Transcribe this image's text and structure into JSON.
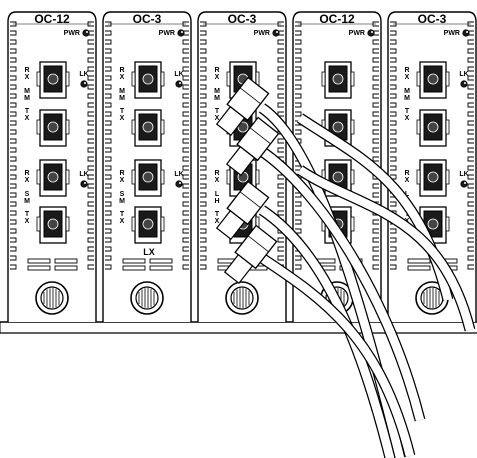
{
  "modules": [
    {
      "title": "OC-12",
      "pwr": "PWR",
      "lk_top": "LK",
      "lk_bottom": "LK",
      "top_side": [
        "R",
        "X",
        "M",
        "M",
        "T",
        "X"
      ],
      "bottom_side": [
        "R",
        "X",
        "S",
        "M",
        "T",
        "X"
      ],
      "footer": ""
    },
    {
      "title": "OC-3",
      "pwr": "PWR",
      "lk_top": "LK",
      "lk_bottom": "LK",
      "top_side": [
        "R",
        "X",
        "M",
        "M",
        "T",
        "X"
      ],
      "bottom_side": [
        "R",
        "X",
        "S",
        "M",
        "T",
        "X"
      ],
      "footer": "LX"
    },
    {
      "title": "OC-3",
      "pwr": "PWR",
      "lk_top": "",
      "lk_bottom": "",
      "top_side": [
        "R",
        "X",
        "M",
        "M",
        "T",
        "X"
      ],
      "bottom_side": [
        "R",
        "X",
        "L",
        "H",
        "T",
        "X"
      ],
      "footer": ""
    },
    {
      "title": "OC-12",
      "pwr": "PWR",
      "lk_top": "",
      "lk_bottom": "",
      "top_side": [],
      "bottom_side": [],
      "footer": ""
    },
    {
      "title": "OC-3",
      "pwr": "PWR",
      "lk_top": "LK",
      "lk_bottom": "LK",
      "top_side": [
        "R",
        "X",
        "M",
        "M",
        "T",
        "X"
      ],
      "bottom_side": [
        "R",
        "X",
        "L",
        "H",
        "T",
        "X"
      ],
      "footer": ""
    }
  ],
  "colors": {
    "line": "#000000",
    "panel": "#ffffff",
    "port_dark": "#1a1a1a",
    "port_face": "#ffffff"
  }
}
